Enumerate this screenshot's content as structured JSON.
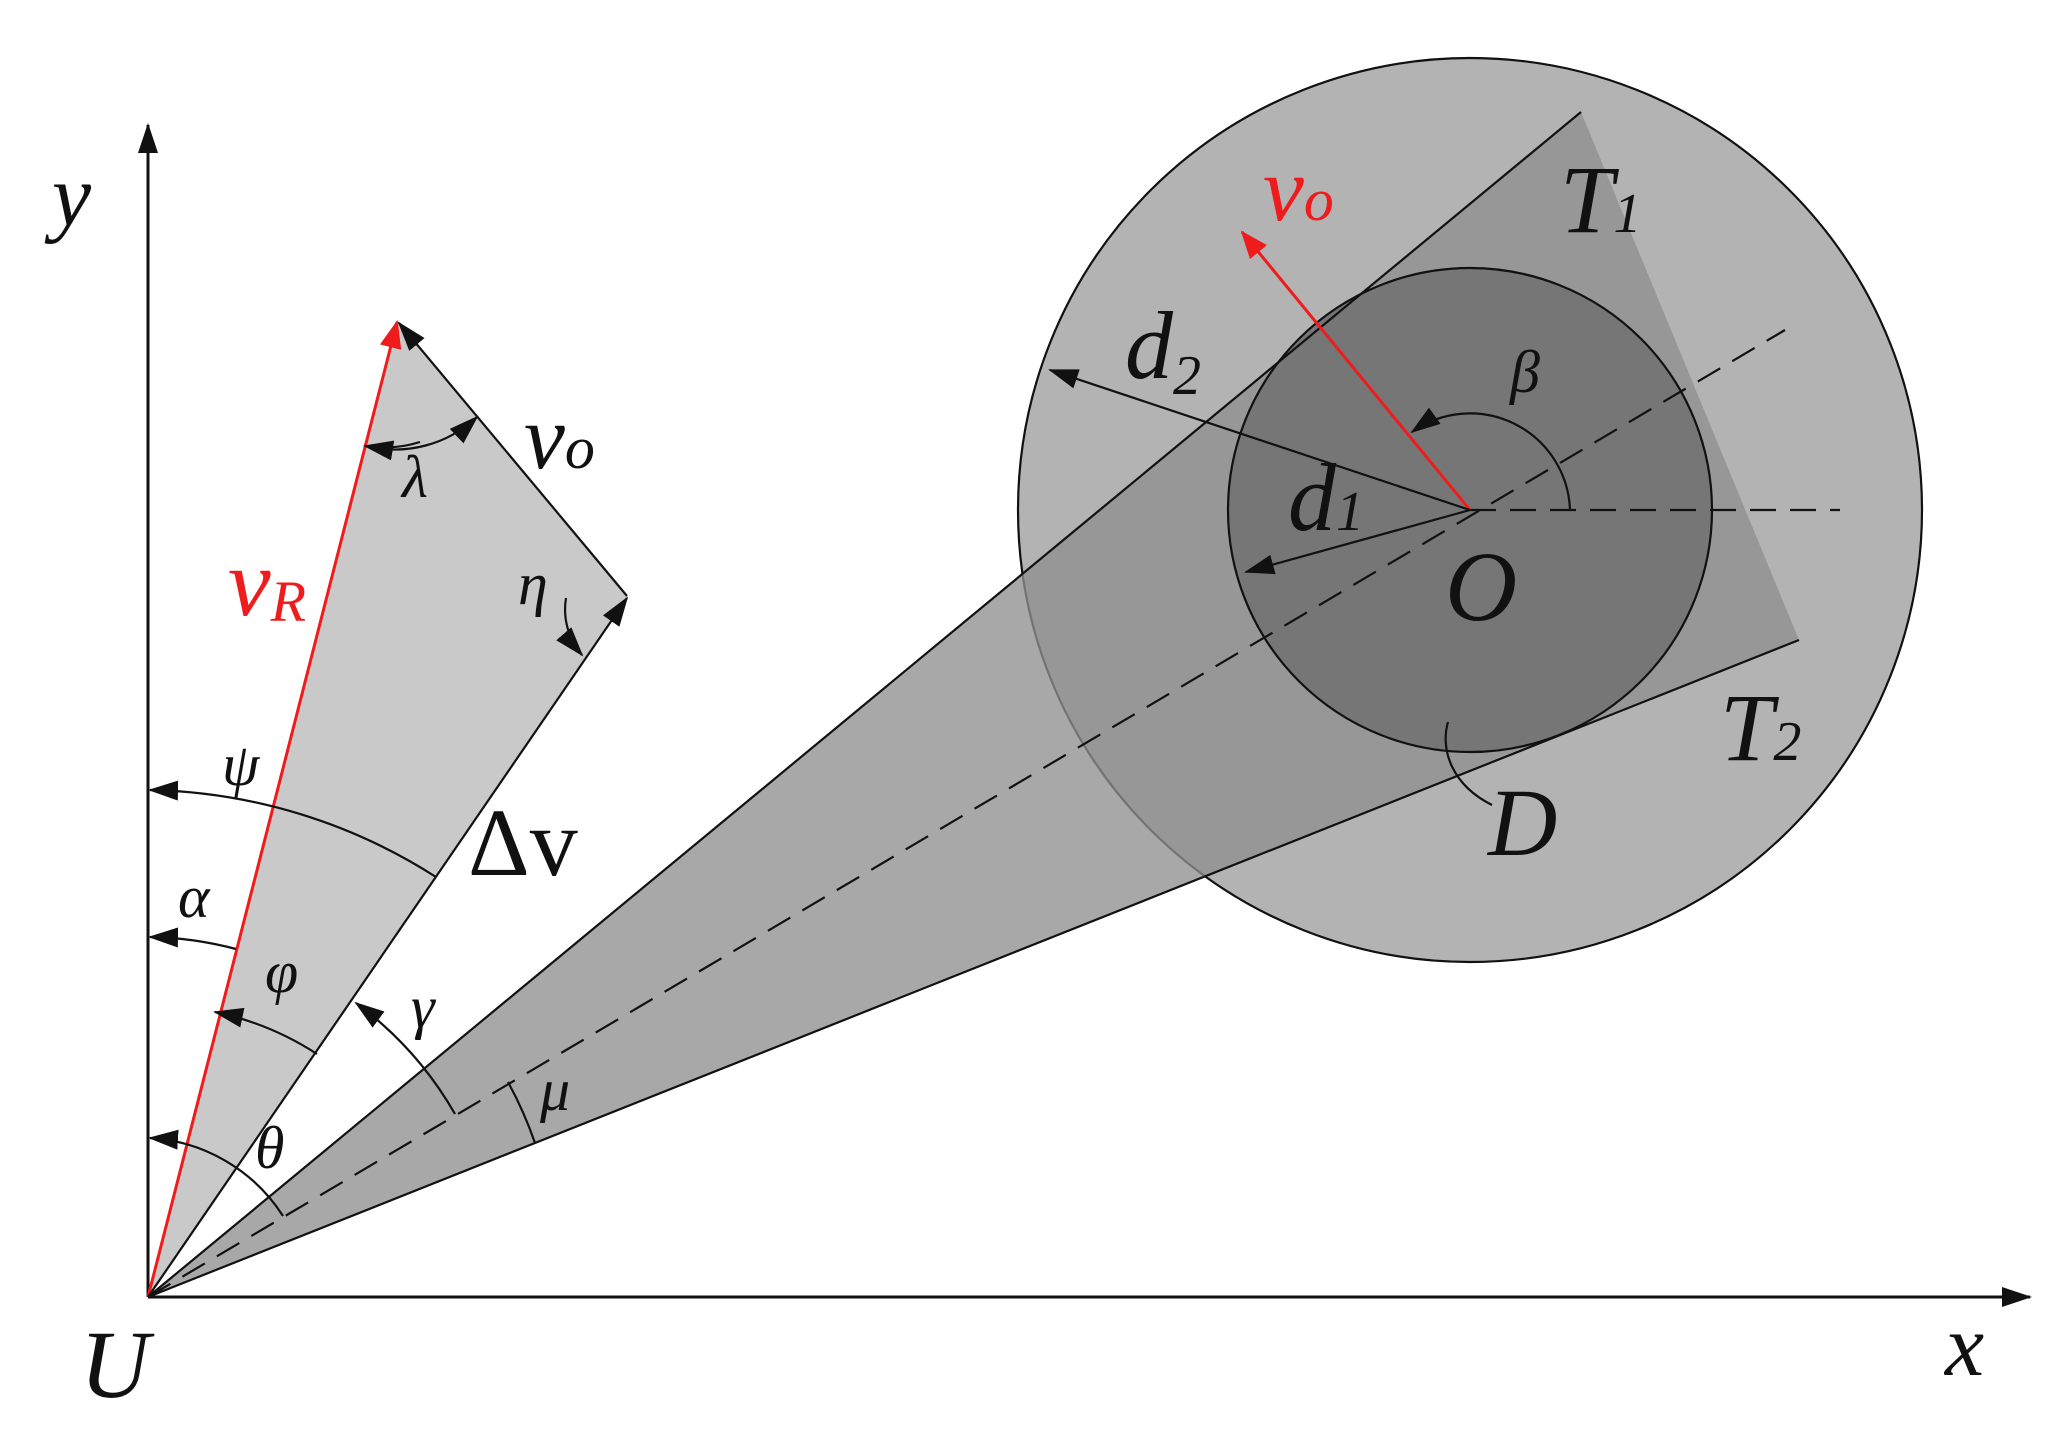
{
  "labels": {
    "y_axis": "y",
    "x_axis": "x",
    "origin_U": "U",
    "center_O": "O",
    "T1": "T",
    "T1_sub": "1",
    "T2": "T",
    "T2_sub": "2",
    "D": "D",
    "d1": "d",
    "d1_sub": "1",
    "d2": "d",
    "d2_sub": "2",
    "vo_red": "v",
    "vo_red_sub": "o",
    "vo_black": "v",
    "vo_black_sub": "o",
    "vR": "v",
    "vR_sub": "R",
    "delta_v": "Δv",
    "psi": "ψ",
    "alpha": "α",
    "phi": "φ",
    "theta": "θ",
    "gamma": "γ",
    "mu": "μ",
    "lambda": "λ",
    "eta": "η",
    "beta": "β"
  },
  "colors": {
    "red": "#ee1c1c",
    "outer_circle": "#b3b3b3",
    "inner_circle": "#767676",
    "cone": "#9a9a9a",
    "triangle": "#c9c9c9",
    "stroke": "#111111"
  }
}
